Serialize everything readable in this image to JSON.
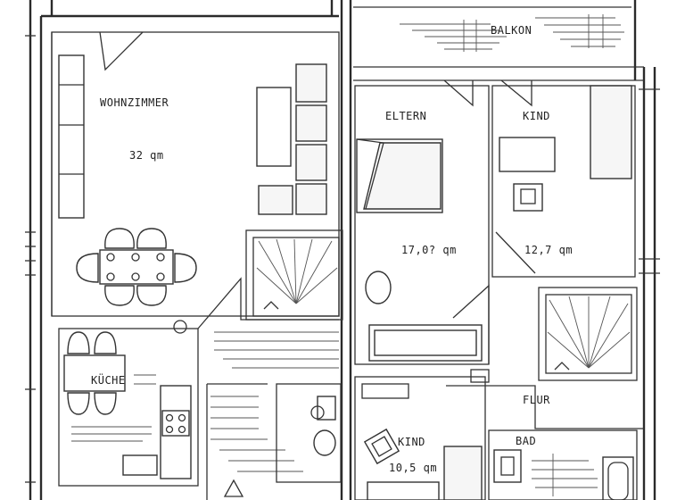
{
  "rooms": {
    "balkon": "BALKON",
    "wohnzimmer": "WOHNZIMMER",
    "wohnzimmer_area": "32 qm",
    "eltern": "ELTERN",
    "eltern_area": "17,0? qm",
    "kind1": "KIND",
    "kind1_area": "12,7 qm",
    "kueche": "KÜCHE",
    "flur": "FLUR",
    "kind2": "KIND",
    "kind2_area": "10,5 qm",
    "bad": "BAD"
  },
  "colors": {
    "line": "#2a2a2a",
    "paper": "#ffffff"
  }
}
